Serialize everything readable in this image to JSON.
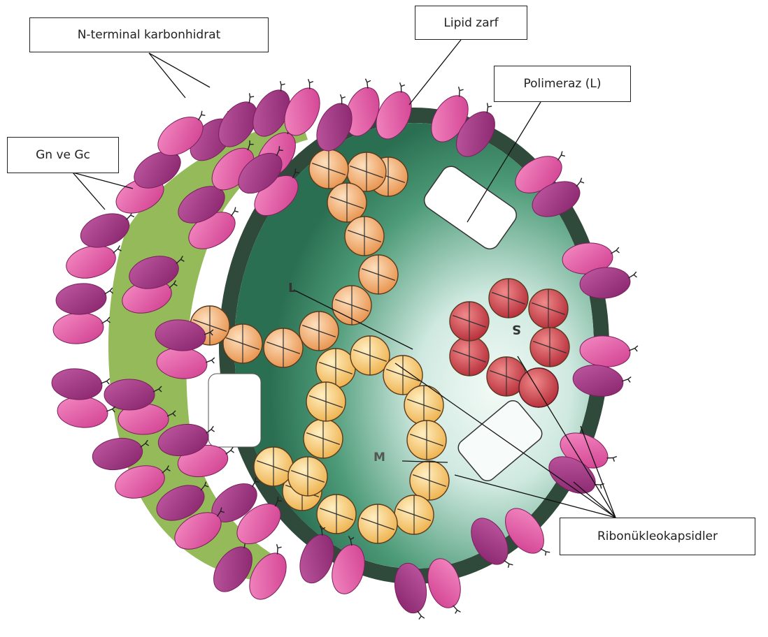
{
  "labels": {
    "n_terminal": "N-terminal karbonhidrat",
    "lipid_envelope": "Lipid zarf",
    "polymerase": "Polimeraz (L)",
    "glycoproteins": "Gn ve Gc",
    "ribonucleocapsids": "Ribonükleokapsidler"
  },
  "segment_letters": {
    "large": "L",
    "medium": "M",
    "small": "S"
  },
  "colors": {
    "envelope_ring": "#2f4a3a",
    "green_matrix": "#8fb650",
    "interior_dark": "#2e7d5f",
    "interior_light": "#e7f4ee",
    "glycoprotein_pink": "#d84f9a",
    "glycoprotein_purple": "#9a2f7a",
    "segment_L": "#f3a765",
    "segment_M": "#f5c065",
    "segment_S": "#cf3e4a"
  }
}
